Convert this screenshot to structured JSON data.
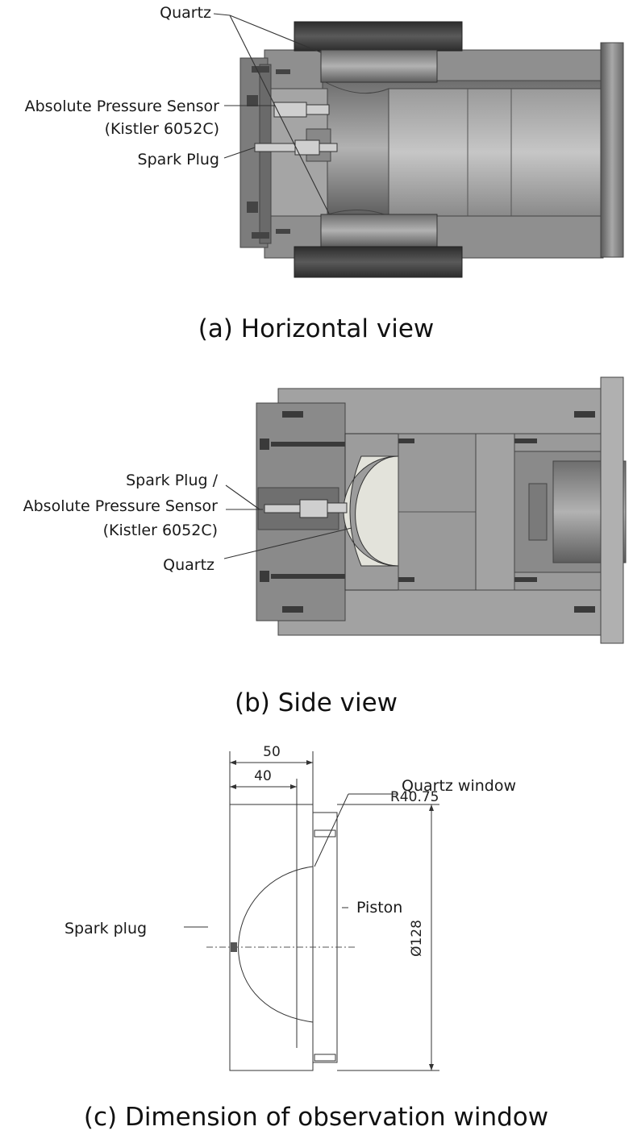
{
  "panel_a": {
    "caption": "(a) Horizontal view",
    "labels": {
      "quartz": "Quartz",
      "pressure_sensor": "Absolute Pressure Sensor",
      "pressure_sensor_model": "(Kistler 6052C)",
      "spark_plug": "Spark Plug"
    }
  },
  "panel_b": {
    "caption": "(b) Side view",
    "labels": {
      "spark_plug_sensor": "Spark Plug /",
      "pressure_sensor": "Absolute Pressure Sensor",
      "pressure_sensor_model": "(Kistler 6052C)",
      "quartz": "Quartz"
    }
  },
  "panel_c": {
    "caption": "(c) Dimension of observation window",
    "labels": {
      "quartz_window": "Quartz window",
      "piston": "Piston",
      "spark_plug": "Spark plug"
    },
    "dimensions": {
      "width_outer": "50",
      "width_inner": "40",
      "radius": "R40.75",
      "diameter": "Ø128"
    }
  },
  "colors": {
    "metal_dark": "#3a3a3a",
    "metal_mid": "#8c8c8c",
    "metal_light": "#b5b5b5",
    "quartz_fill": "#e3e3db"
  }
}
